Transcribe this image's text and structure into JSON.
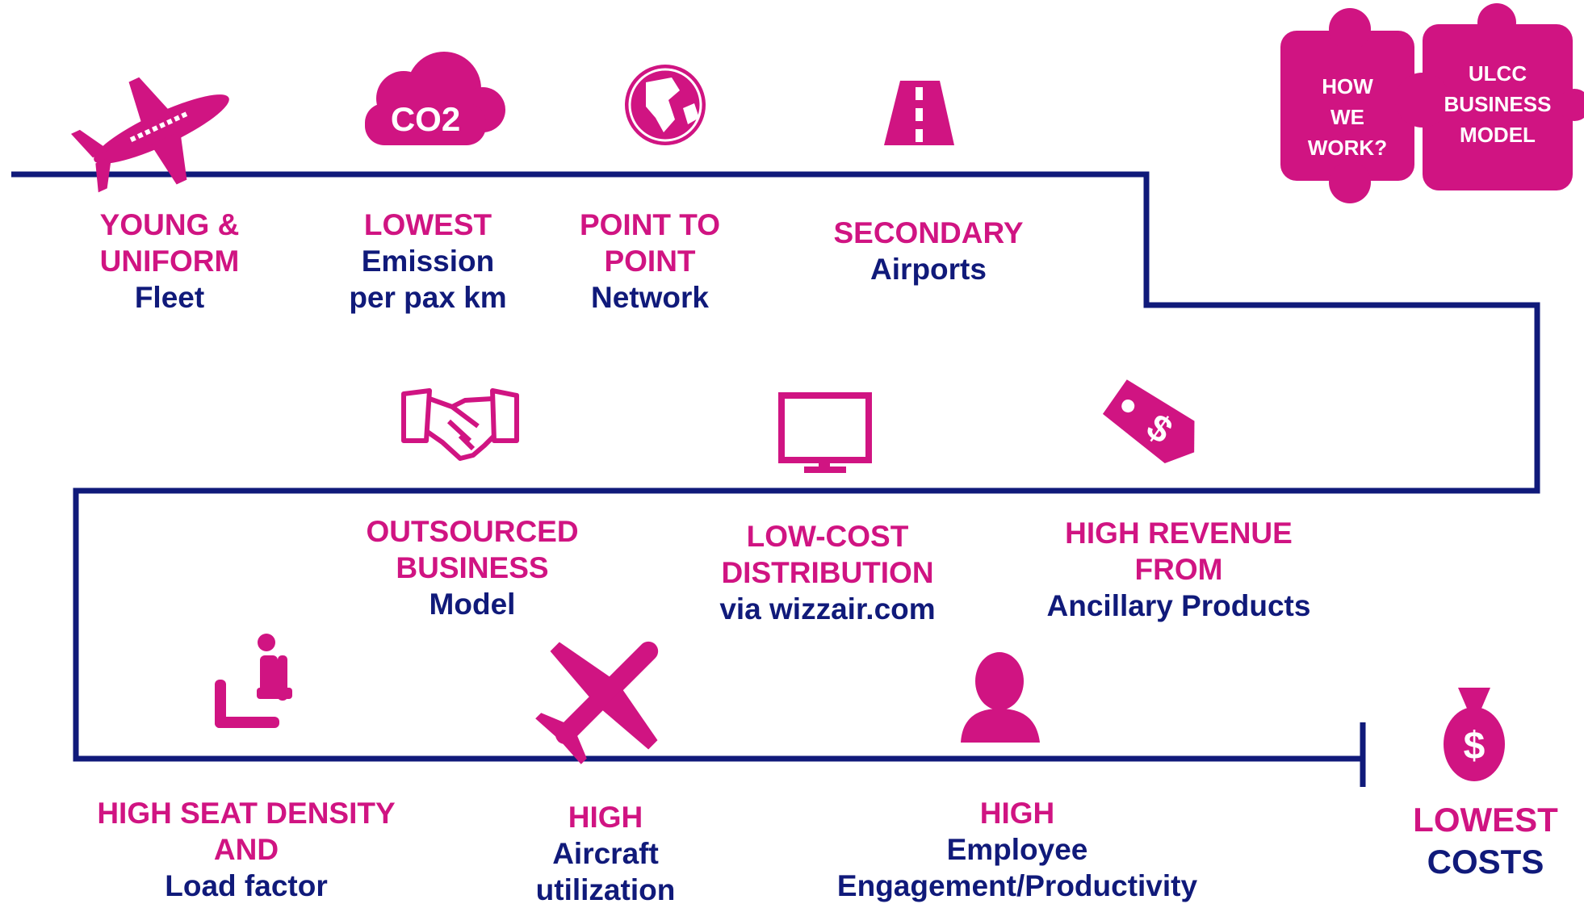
{
  "puzzle": {
    "left": [
      "HOW",
      "WE",
      "WORK?"
    ],
    "right": [
      "ULCC",
      "BUSINESS",
      "MODEL"
    ]
  },
  "row1": [
    {
      "icon": "airplane-icon",
      "lines": [
        {
          "t": "YOUNG &",
          "c": "pink"
        },
        {
          "t": "UNIFORM",
          "c": "pink"
        },
        {
          "t": "Fleet",
          "c": "navy"
        }
      ]
    },
    {
      "icon": "co2-cloud-icon",
      "icon_text": "CO2",
      "lines": [
        {
          "t": "LOWEST",
          "c": "pink"
        },
        {
          "t": "Emission",
          "c": "navy"
        },
        {
          "t": "per pax km",
          "c": "navy"
        }
      ]
    },
    {
      "icon": "globe-icon",
      "lines": [
        {
          "t": "POINT TO",
          "c": "pink"
        },
        {
          "t": "POINT",
          "c": "pink"
        },
        {
          "t": "Network",
          "c": "navy"
        }
      ]
    },
    {
      "icon": "road-icon",
      "lines": [
        {
          "t": "SECONDARY",
          "c": "pink"
        },
        {
          "t": "Airports",
          "c": "navy"
        }
      ]
    }
  ],
  "row2": [
    {
      "icon": "handshake-icon",
      "lines": [
        {
          "t": "OUTSOURCED",
          "c": "pink"
        },
        {
          "t": "BUSINESS",
          "c": "pink"
        },
        {
          "t": "Model",
          "c": "navy"
        }
      ]
    },
    {
      "icon": "monitor-icon",
      "lines": [
        {
          "t": "LOW-COST",
          "c": "pink"
        },
        {
          "t": "DISTRIBUTION",
          "c": "pink"
        },
        {
          "t": "via wizzair.com",
          "c": "navy"
        }
      ]
    },
    {
      "icon": "price-tag-icon",
      "lines": [
        {
          "t": "HIGH REVENUE",
          "c": "pink"
        },
        {
          "t": "FROM",
          "c": "pink"
        },
        {
          "t": "Ancillary Products",
          "c": "navy"
        }
      ]
    }
  ],
  "row3": [
    {
      "icon": "seated-person-icon",
      "lines": [
        {
          "t": "HIGH SEAT DENSITY",
          "c": "pink"
        },
        {
          "t": "AND",
          "c": "pink"
        },
        {
          "t": "Load factor",
          "c": "navy"
        }
      ]
    },
    {
      "icon": "plane-icon",
      "lines": [
        {
          "t": "HIGH",
          "c": "pink"
        },
        {
          "t": "Aircraft",
          "c": "navy"
        },
        {
          "t": "utilization",
          "c": "navy"
        }
      ]
    },
    {
      "icon": "person-bust-icon",
      "lines": [
        {
          "t": "HIGH",
          "c": "pink"
        },
        {
          "t": "Employee",
          "c": "navy"
        },
        {
          "t": "Engagement/Productivity",
          "c": "navy"
        }
      ]
    }
  ],
  "result": {
    "icon": "money-bag-icon",
    "icon_text": "$",
    "lines": [
      {
        "t": "LOWEST",
        "c": "pink"
      },
      {
        "t": "COSTS",
        "c": "navy"
      }
    ]
  },
  "colors": {
    "accent": "#d01482",
    "line": "#101a7a",
    "text_dark": "#101a7a"
  }
}
